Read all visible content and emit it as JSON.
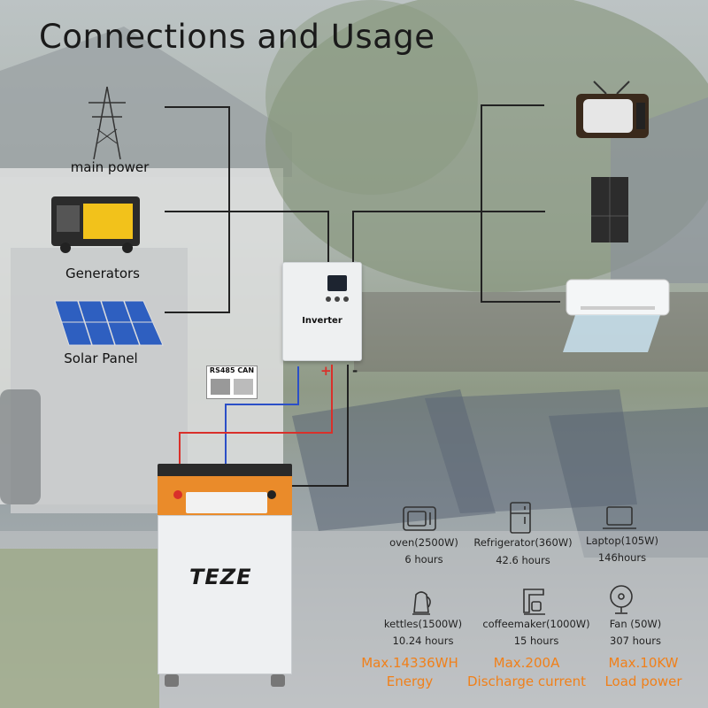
{
  "title": "Connections and Usage",
  "sources": {
    "main_power": "main power",
    "generators": "Generators",
    "solar_panel": "Solar Panel"
  },
  "inverter_label": "Inverter",
  "rs485_label": "RS485 CAN",
  "plus_sign": "+",
  "minus_sign": "-",
  "battery_brand": "TEZE",
  "appliances": [
    {
      "name": "oven(2500W)",
      "time": "6 hours",
      "icon": "oven-icon"
    },
    {
      "name": "Refrigerator(360W)",
      "time": "42.6 hours",
      "icon": "refrigerator-icon"
    },
    {
      "name": "Laptop(105W)",
      "time": "146hours",
      "icon": "laptop-icon"
    },
    {
      "name": "kettles(1500W)",
      "time": "10.24 hours",
      "icon": "kettle-icon"
    },
    {
      "name": "coffeemaker(1000W)",
      "time": "15 hours",
      "icon": "coffeemaker-icon"
    },
    {
      "name": "Fan (50W)",
      "time": "307 hours",
      "icon": "fan-icon"
    }
  ],
  "specs": [
    {
      "value": "Max.14336WH",
      "label": "Energy"
    },
    {
      "value": "Max.200A",
      "label": "Discharge current"
    },
    {
      "value": "Max.10KW",
      "label": "Load power"
    }
  ],
  "colors": {
    "accent": "#f0801a",
    "battery_orange": "#ea8b2a",
    "wire_red": "#d9302a",
    "wire_blue": "#2b4fc7"
  }
}
